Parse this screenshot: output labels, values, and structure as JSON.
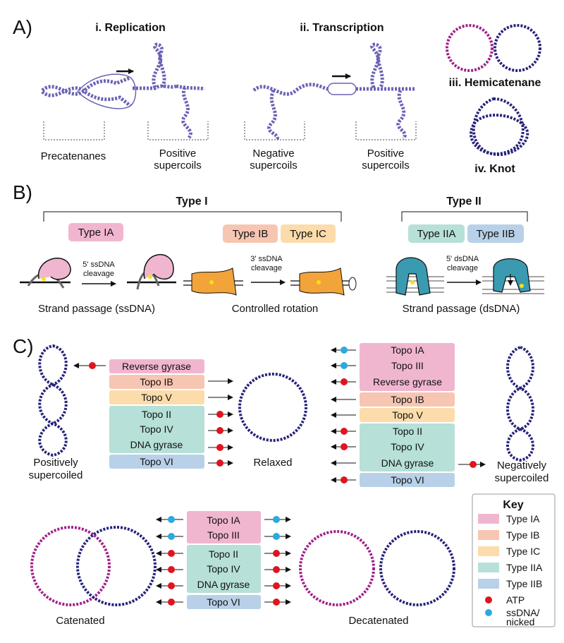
{
  "panels": {
    "a": "A)",
    "b": "B)",
    "c": "C)"
  },
  "panel_a": {
    "titles": {
      "replication": "i. Replication",
      "transcription": "ii. Transcription",
      "hemicatenane": "iii. Hemicatenane",
      "knot": "iv. Knot"
    },
    "labels": {
      "precatenanes": "Precatenanes",
      "positive_1": "Positive",
      "supercoils_1": "supercoils",
      "negative": "Negative",
      "supercoils_2": "supercoils",
      "positive_2": "Positive",
      "supercoils_3": "supercoils"
    }
  },
  "panel_b": {
    "type1": "Type I",
    "type2": "Type II",
    "badges": {
      "ia": "Type IA",
      "ib": "Type IB",
      "ic": "Type IC",
      "iia": "Type IIA",
      "iib": "Type IIB"
    },
    "cleavage": {
      "ss5_line1": "5' ssDNA",
      "ss5_line2": "cleavage",
      "ss3_line1": "3' ssDNA",
      "ss3_line2": "cleavage",
      "ds5_line1": "5' dsDNA",
      "ds5_line2": "cleavage"
    },
    "mechanisms": {
      "strand_ss": "Strand passage (ssDNA)",
      "rotation": "Controlled rotation",
      "strand_ds": "Strand passage (dsDNA)"
    }
  },
  "panel_c": {
    "states": {
      "positively": "Positively",
      "supercoiled_1": "supercoiled",
      "relaxed": "Relaxed",
      "negatively": "Negatively",
      "supercoiled_2": "supercoiled",
      "catenated": "Catenated",
      "decatenated": "Decatenated"
    },
    "left_boxes": {
      "reverse_gyrase": "Reverse gyrase",
      "topo_ib": "Topo IB",
      "topo_v": "Topo V",
      "topo_ii": "Topo II",
      "topo_iv": "Topo IV",
      "dna_gyrase": "DNA gyrase",
      "topo_vi": "Topo VI"
    },
    "right_boxes": {
      "topo_ia": "Topo IA",
      "topo_iii": "Topo III",
      "reverse_gyrase": "Reverse gyrase",
      "topo_ib": "Topo IB",
      "topo_v": "Topo V",
      "topo_ii": "Topo II",
      "topo_iv": "Topo IV",
      "dna_gyrase": "DNA gyrase",
      "topo_vi": "Topo VI"
    },
    "cat_boxes": {
      "topo_ia": "Topo IA",
      "topo_iii": "Topo III",
      "topo_ii": "Topo II",
      "topo_iv": "Topo IV",
      "dna_gyrase": "DNA gyrase",
      "topo_vi": "Topo VI"
    },
    "key": {
      "title": "Key",
      "ia": "Type IA",
      "ib": "Type IB",
      "ic": "Type IC",
      "iia": "Type IIA",
      "iib": "Type IIB",
      "atp": "ATP",
      "ss_line1": "ssDNA/",
      "ss_line2": "nicked"
    }
  },
  "colors": {
    "type_ia": "#f1b6cf",
    "type_ib": "#f7c6b2",
    "type_ic": "#fbdcaa",
    "type_iia": "#b6e0d8",
    "type_iib": "#b8d1e8",
    "atp": "#e0141e",
    "ssdna": "#2ba9e0",
    "dna_navy": "#26237a",
    "dna_magenta": "#a0208c",
    "dna_lilac": "#6a63b5"
  }
}
